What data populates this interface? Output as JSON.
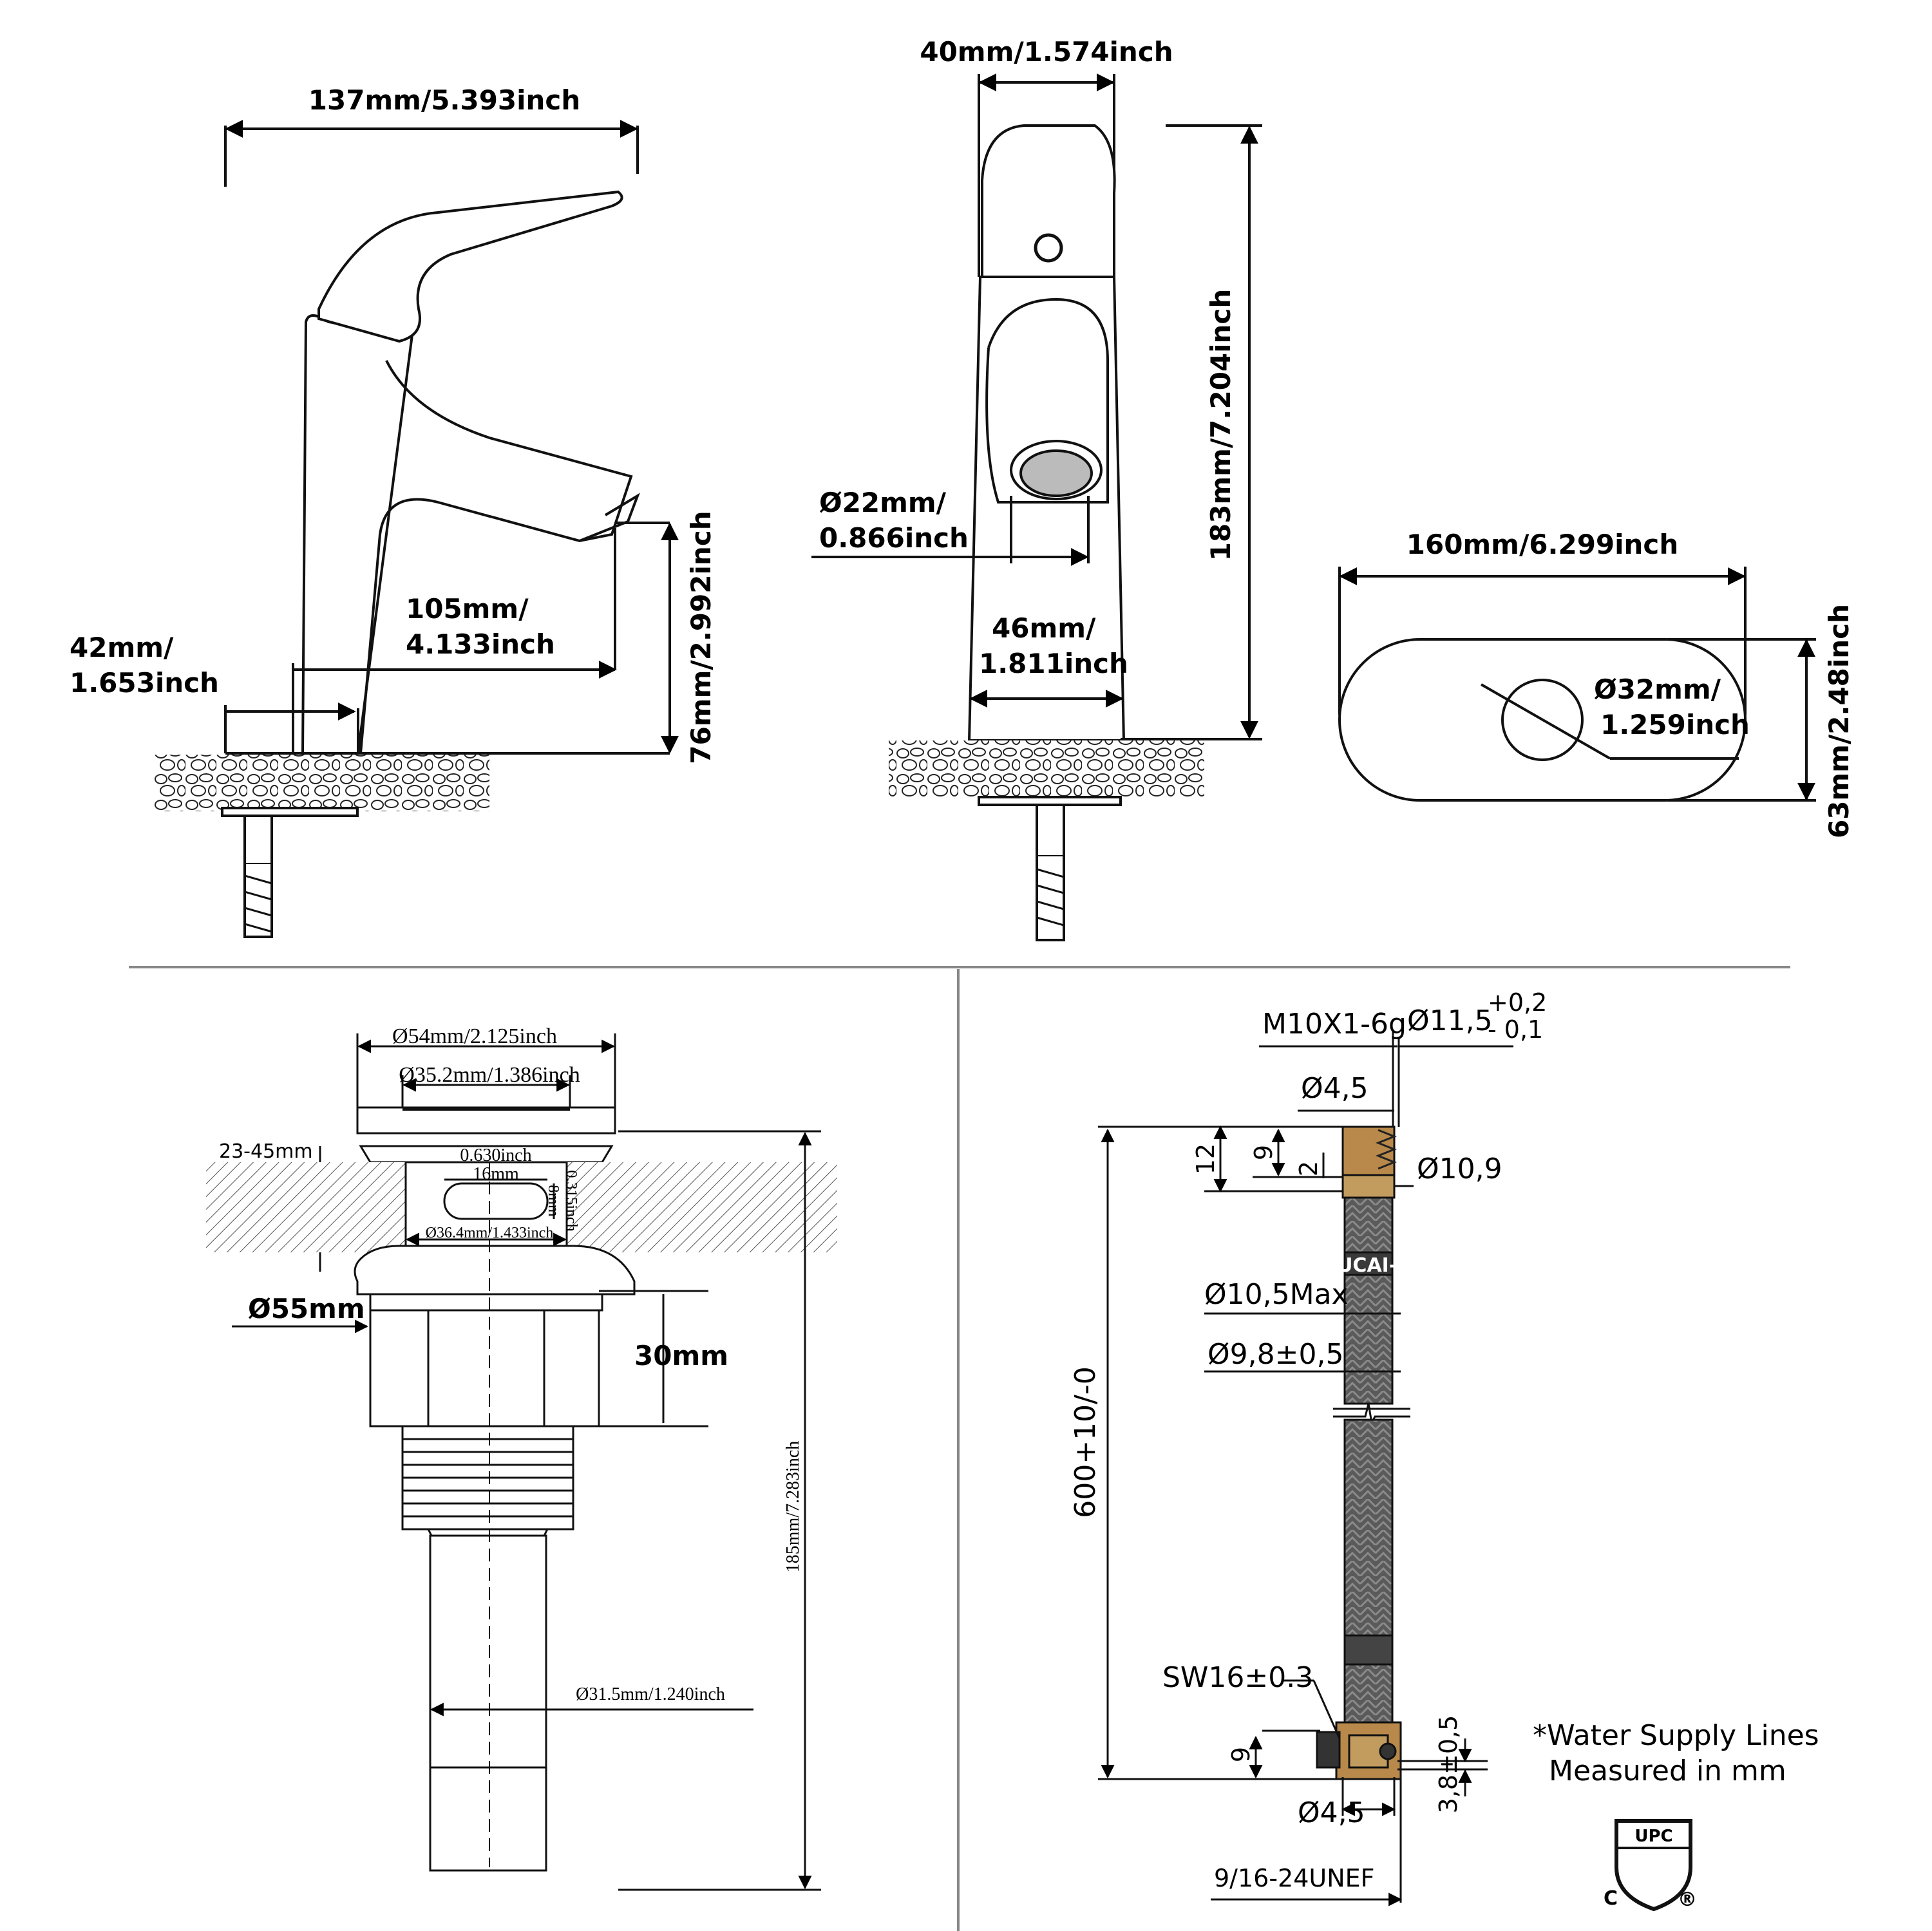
{
  "side_view": {
    "width_label": "137mm/5.393inch",
    "reach_label_1": "105mm/",
    "reach_label_2": "4.133inch",
    "base_label_1": "42mm/",
    "base_label_2": "1.653inch",
    "spout_height_label": "76mm/2.992inch"
  },
  "front_view": {
    "top_width_label": "40mm/1.574inch",
    "height_label": "183mm/7.204inch",
    "aerator_label_1": "Ø22mm/",
    "aerator_label_2": "0.866inch",
    "base_label_1": "46mm/",
    "base_label_2": "1.811inch"
  },
  "base_plate": {
    "length_label": "160mm/6.299inch",
    "width_label": "63mm/2.48inch",
    "hole_label_1": "Ø32mm/",
    "hole_label_2": "1.259inch"
  },
  "drain": {
    "cap_label": "Ø54mm/2.125inch",
    "inner_label": "Ø35.2mm/1.386inch",
    "thickness_label": "23-45mm",
    "slot_inch_label": "0.630inch",
    "slot_mm_label": "16mm",
    "slot_h_mm_label": "8mm",
    "slot_h_inch_label": "0.315inch",
    "hole_label": "Ø36.4mm/1.433inch",
    "flange_label": "Ø55mm",
    "nut_label": "30mm",
    "length_label": "185mm/7.283inch",
    "tail_label": "Ø31.5mm/1.240inch"
  },
  "hose": {
    "thread_top_label": "M10X1-6g",
    "outer_dia_label": "Ø11,5",
    "tol_plus": "+0,2",
    "tol_minus": "- 0,1",
    "inner_top_label": "Ø4,5",
    "dim_12": "12",
    "dim_9_top": "9",
    "dim_2": "2",
    "ferrule_label": "Ø10,9",
    "max_dia_label": "Ø10,5Max",
    "braid_dia_label": "Ø9,8±0,5",
    "length_label": "600+10/-0",
    "sw_label": "SW16±0.3",
    "dim_9_bottom": "9",
    "nut_offset_label": "3,8±0,5",
    "inner_bottom_label": "Ø4,5",
    "thread_bottom_label": "9/16-24UNEF",
    "brand_text": "TUCAI-H"
  },
  "note": {
    "line1": "*Water Supply Lines",
    "line2": "Measured in mm"
  },
  "certification": {
    "mark_text": "UPC",
    "c_text": "C",
    "r_text": "®"
  }
}
